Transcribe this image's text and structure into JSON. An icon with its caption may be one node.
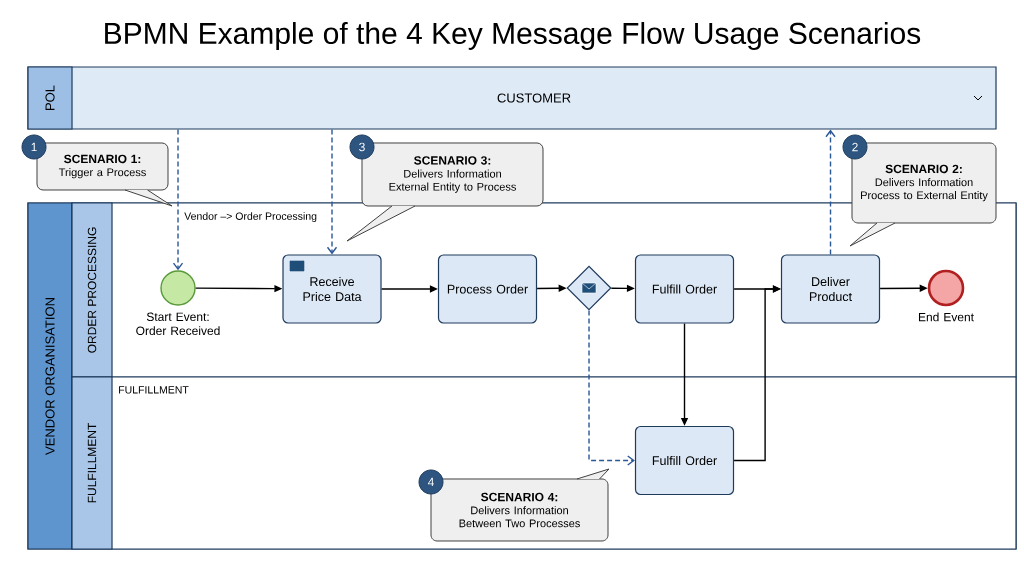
{
  "diagram": {
    "title": "BPMN Example of the 4 Key Message Flow Usage Scenarios",
    "nodes": [
      {
        "text": [
          "POL",
          "CUSTOMER"
        ]
      },
      {
        "text": [
          "1"
        ]
      },
      {
        "text": [
          "SCENARIO 1:",
          "Trigger a Process"
        ]
      },
      {
        "text": [
          "3"
        ]
      },
      {
        "text": [
          "SCENARIO 3:",
          "Delivers Information External Entity to Process"
        ]
      },
      {
        "text": [
          "2"
        ]
      },
      {
        "text": [
          "SCENARIO 2:",
          "Delivers Information Process to External Entity"
        ]
      },
      {
        "text": [
          "VENDOR ORGANISATION"
        ]
      },
      {
        "text": [
          "ORDER PROCESSING",
          "Vendor –> Order Processing"
        ],
        "in": 7
      },
      {
        "text": [],
        "shape": "circle",
        "beside": [
          "Start Event: Order Received"
        ],
        "in": 8
      },
      {
        "text": [
          "Receive Price Data"
        ],
        "in": 8
      },
      {
        "text": [
          "Process Order"
        ],
        "in": 8
      },
      {
        "text": [],
        "shape": "diamond",
        "in": 8
      },
      {
        "text": [
          "Fulfill Order"
        ],
        "in": 8
      },
      {
        "text": [
          "Deliver Product"
        ],
        "in": 8
      },
      {
        "text": [],
        "shape": "circle",
        "beside": [
          "End Event"
        ],
        "in": 8
      },
      {
        "text": [
          "FULFILLMENT",
          "FULFILLMENT"
        ],
        "in": 7
      },
      {
        "text": [
          "Fulfill Order"
        ],
        "in": 16
      },
      {
        "text": [
          "4"
        ],
        "in": 16
      },
      {
        "text": [
          "SCENARIO 4:",
          "Delivers Information Between Two Processes"
        ],
        "in": 16
      }
    ],
    "edges": [
      {
        "from": 0,
        "to": 9,
        "arrow": "to",
        "style": "dashed",
        "color": "#2b5797"
      },
      {
        "from": 0,
        "to": 10,
        "arrow": "to",
        "style": "dashed",
        "color": "#2b5797"
      },
      {
        "from": 9,
        "to": 10,
        "arrow": "to"
      },
      {
        "from": 10,
        "to": 11,
        "arrow": "to"
      },
      {
        "from": 11,
        "to": 12,
        "arrow": "to"
      },
      {
        "from": 12,
        "to": 13,
        "arrow": "to"
      },
      {
        "from": 13,
        "to": 14,
        "arrow": "to"
      },
      {
        "from": 14,
        "to": 0,
        "arrow": "to",
        "style": "dashed",
        "color": "#2b5797"
      },
      {
        "from": 14,
        "to": 15,
        "arrow": "to"
      },
      {
        "from": 13,
        "to": 17,
        "arrow": "to"
      },
      {
        "from": 17,
        "to": 14,
        "arrow": "to"
      },
      {
        "from": 12,
        "to": 17,
        "arrow": "to",
        "style": "dashed",
        "color": "#2b5797"
      }
    ]
  }
}
